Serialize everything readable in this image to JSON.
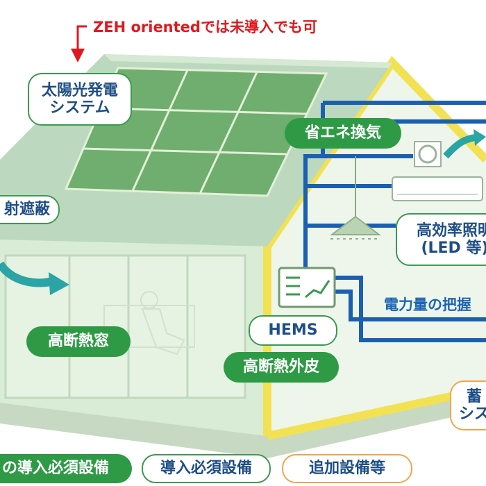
{
  "annotation": "ZEH orientedでは未導入でも可",
  "labels": {
    "solar_line1": "太陽光発電",
    "solar_line2": "システム",
    "ventilation": "省エネ換気",
    "shading_partial": "射遮蔽",
    "lighting_line1": "高効率照明",
    "lighting_line2": "(LED 等)",
    "hems": "HEMS",
    "power_partial": "電力量の把握",
    "window": "高断熱窓",
    "envelope": "高断熱外皮",
    "storage_line1": "蓄",
    "storage_line2": "シス"
  },
  "legend": {
    "required_partial": "の導入必須設備",
    "required": "導入必須設備",
    "additional": "追加設備等"
  },
  "colors": {
    "required_green": "#2e9a46",
    "outline_green": "#3a9a4e",
    "optional_orange": "#f0a64a",
    "text_blue": "#1e4e86",
    "wire_blue": "#1b5fb0",
    "annotation_red": "#e0191e",
    "frame_yellow": "#f2e253"
  }
}
